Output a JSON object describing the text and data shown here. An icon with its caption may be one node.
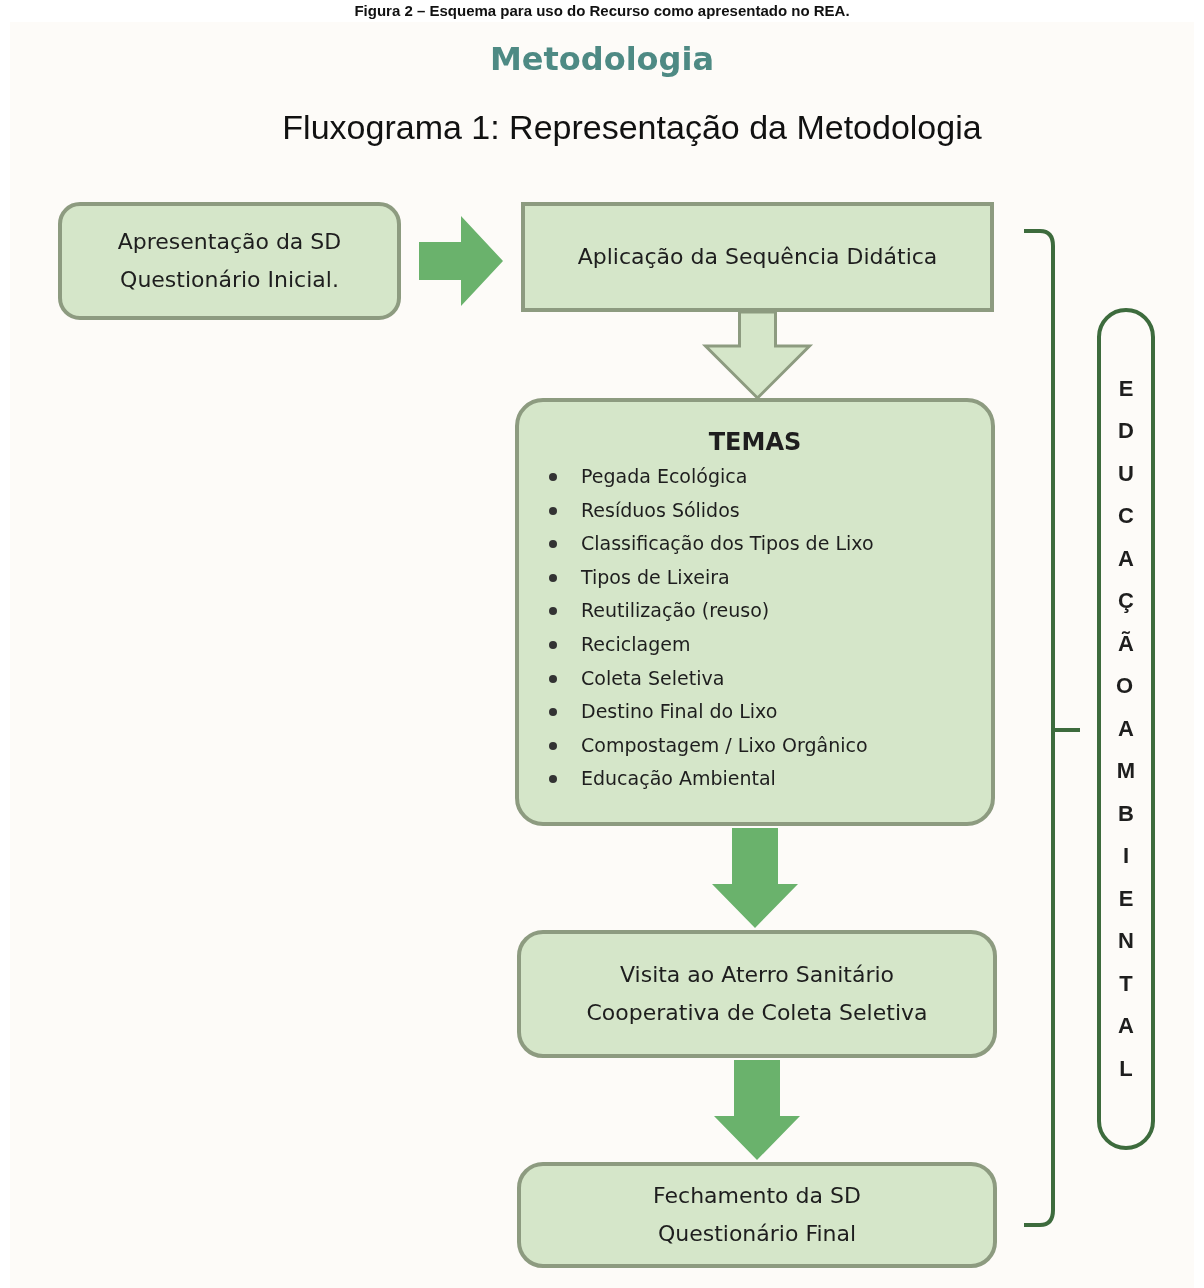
{
  "diagram": {
    "title": "Metodologia",
    "caption": "Figura 2 – Esquema para uso do Recurso como apresentado no REA.",
    "nodes": [
      {
        "text": [
          "Apresentação da SD",
          "Questionário Inicial."
        ]
      },
      {
        "text": [
          "Aplicação da Sequência Didática"
        ]
      },
      {
        "text": [
          "TEMAS",
          "Pegada Ecológica",
          "Resíduos Sólidos",
          "Classificação dos Tipos de Lixo",
          "Tipos de Lixeira",
          "Reutilização (reuso)",
          "Reciclagem",
          "Coleta Seletiva",
          "Destino Final do Lixo",
          "Compostagem / Lixo Orgânico",
          "Educação Ambiental"
        ]
      },
      {
        "text": [
          "Visita ao Aterro Sanitário",
          "Cooperativa de Coleta Seletiva"
        ]
      },
      {
        "text": [
          "Fechamento da SD",
          "Questionário Final"
        ]
      },
      {
        "text": [
          "EDUCAÇÃO AMBIENTAL"
        ]
      }
    ],
    "edges": [
      {
        "from": 0,
        "to": 1,
        "arrow": "to"
      },
      {
        "from": 1,
        "to": 2,
        "arrow": "to",
        "color": "#d5e6c9"
      },
      {
        "from": 2,
        "to": 3,
        "arrow": "to"
      },
      {
        "from": 3,
        "to": 4,
        "arrow": "to"
      }
    ],
    "labels": [
      "Fluxograma 1: Representação da Metodologia"
    ]
  }
}
